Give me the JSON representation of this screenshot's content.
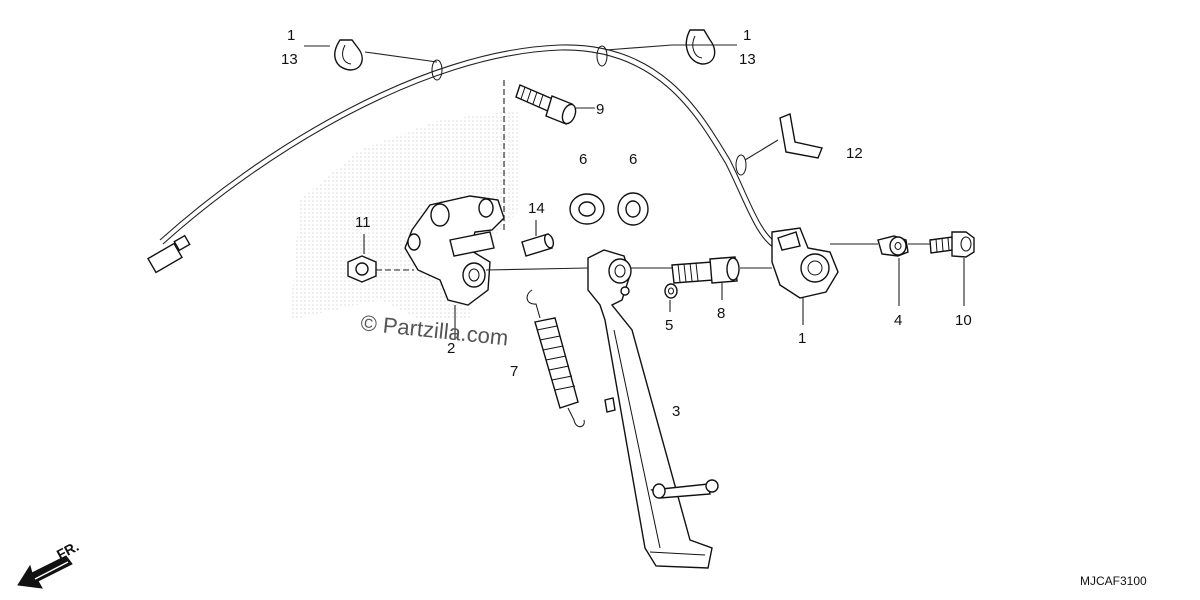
{
  "diagram": {
    "code": "MJCAF3100",
    "watermark": "© Partzilla.com",
    "direction_label": "FR.",
    "callouts": [
      {
        "id": "c-1-13-left-top",
        "text": "1"
      },
      {
        "id": "c-1-13-left-bottom",
        "text": "13"
      },
      {
        "id": "c-1-13-right-top",
        "text": "1"
      },
      {
        "id": "c-1-13-right-bottom",
        "text": "13"
      },
      {
        "id": "c-9",
        "text": "9"
      },
      {
        "id": "c-12",
        "text": "12"
      },
      {
        "id": "c-6a",
        "text": "6"
      },
      {
        "id": "c-6b",
        "text": "6"
      },
      {
        "id": "c-14",
        "text": "14"
      },
      {
        "id": "c-11",
        "text": "11"
      },
      {
        "id": "c-2",
        "text": "2"
      },
      {
        "id": "c-7",
        "text": "7"
      },
      {
        "id": "c-5",
        "text": "5"
      },
      {
        "id": "c-8",
        "text": "8"
      },
      {
        "id": "c-1",
        "text": "1"
      },
      {
        "id": "c-4",
        "text": "4"
      },
      {
        "id": "c-10",
        "text": "10"
      },
      {
        "id": "c-3",
        "text": "3"
      }
    ]
  }
}
